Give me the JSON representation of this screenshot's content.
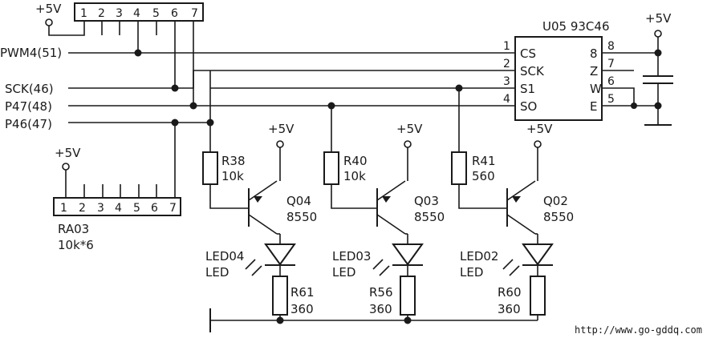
{
  "supply_label": "+5V",
  "ra_top": {
    "pins": [
      "1",
      "2",
      "3",
      "4",
      "5",
      "6",
      "7"
    ]
  },
  "ra03": {
    "name": "RA03",
    "value": "10k*6",
    "pins": [
      "1",
      "2",
      "3",
      "4",
      "5",
      "6",
      "7"
    ]
  },
  "signals": {
    "pwm4": "PWM4(51)",
    "sck": "SCK(46)",
    "p47": "P47(48)",
    "p46": "P46(47)"
  },
  "u05": {
    "title": "U05 93C46",
    "left_pins": [
      {
        "num": "1",
        "name": "CS"
      },
      {
        "num": "2",
        "name": "SCK"
      },
      {
        "num": "3",
        "name": "S1"
      },
      {
        "num": "4",
        "name": "SO"
      }
    ],
    "right_pins": [
      {
        "num": "8",
        "name": "8"
      },
      {
        "num": "7",
        "name": "Z"
      },
      {
        "num": "6",
        "name": "W"
      },
      {
        "num": "5",
        "name": "E"
      }
    ]
  },
  "resistors": {
    "r38": {
      "name": "R38",
      "value": "10k"
    },
    "r40": {
      "name": "R40",
      "value": "10k"
    },
    "r41": {
      "name": "R41",
      "value": "560"
    },
    "r61": {
      "name": "R61",
      "value": "360"
    },
    "r56": {
      "name": "R56",
      "value": "360"
    },
    "r60": {
      "name": "R60",
      "value": "360"
    }
  },
  "transistors": {
    "q04": {
      "name": "Q04",
      "value": "8550"
    },
    "q03": {
      "name": "Q03",
      "value": "8550"
    },
    "q02": {
      "name": "Q02",
      "value": "8550"
    }
  },
  "leds": {
    "led04": {
      "name": "LED04",
      "type": "LED"
    },
    "led03": {
      "name": "LED03",
      "type": "LED"
    },
    "led02": {
      "name": "LED02",
      "type": "LED"
    }
  },
  "watermark": "http://www.go-gddq.com"
}
